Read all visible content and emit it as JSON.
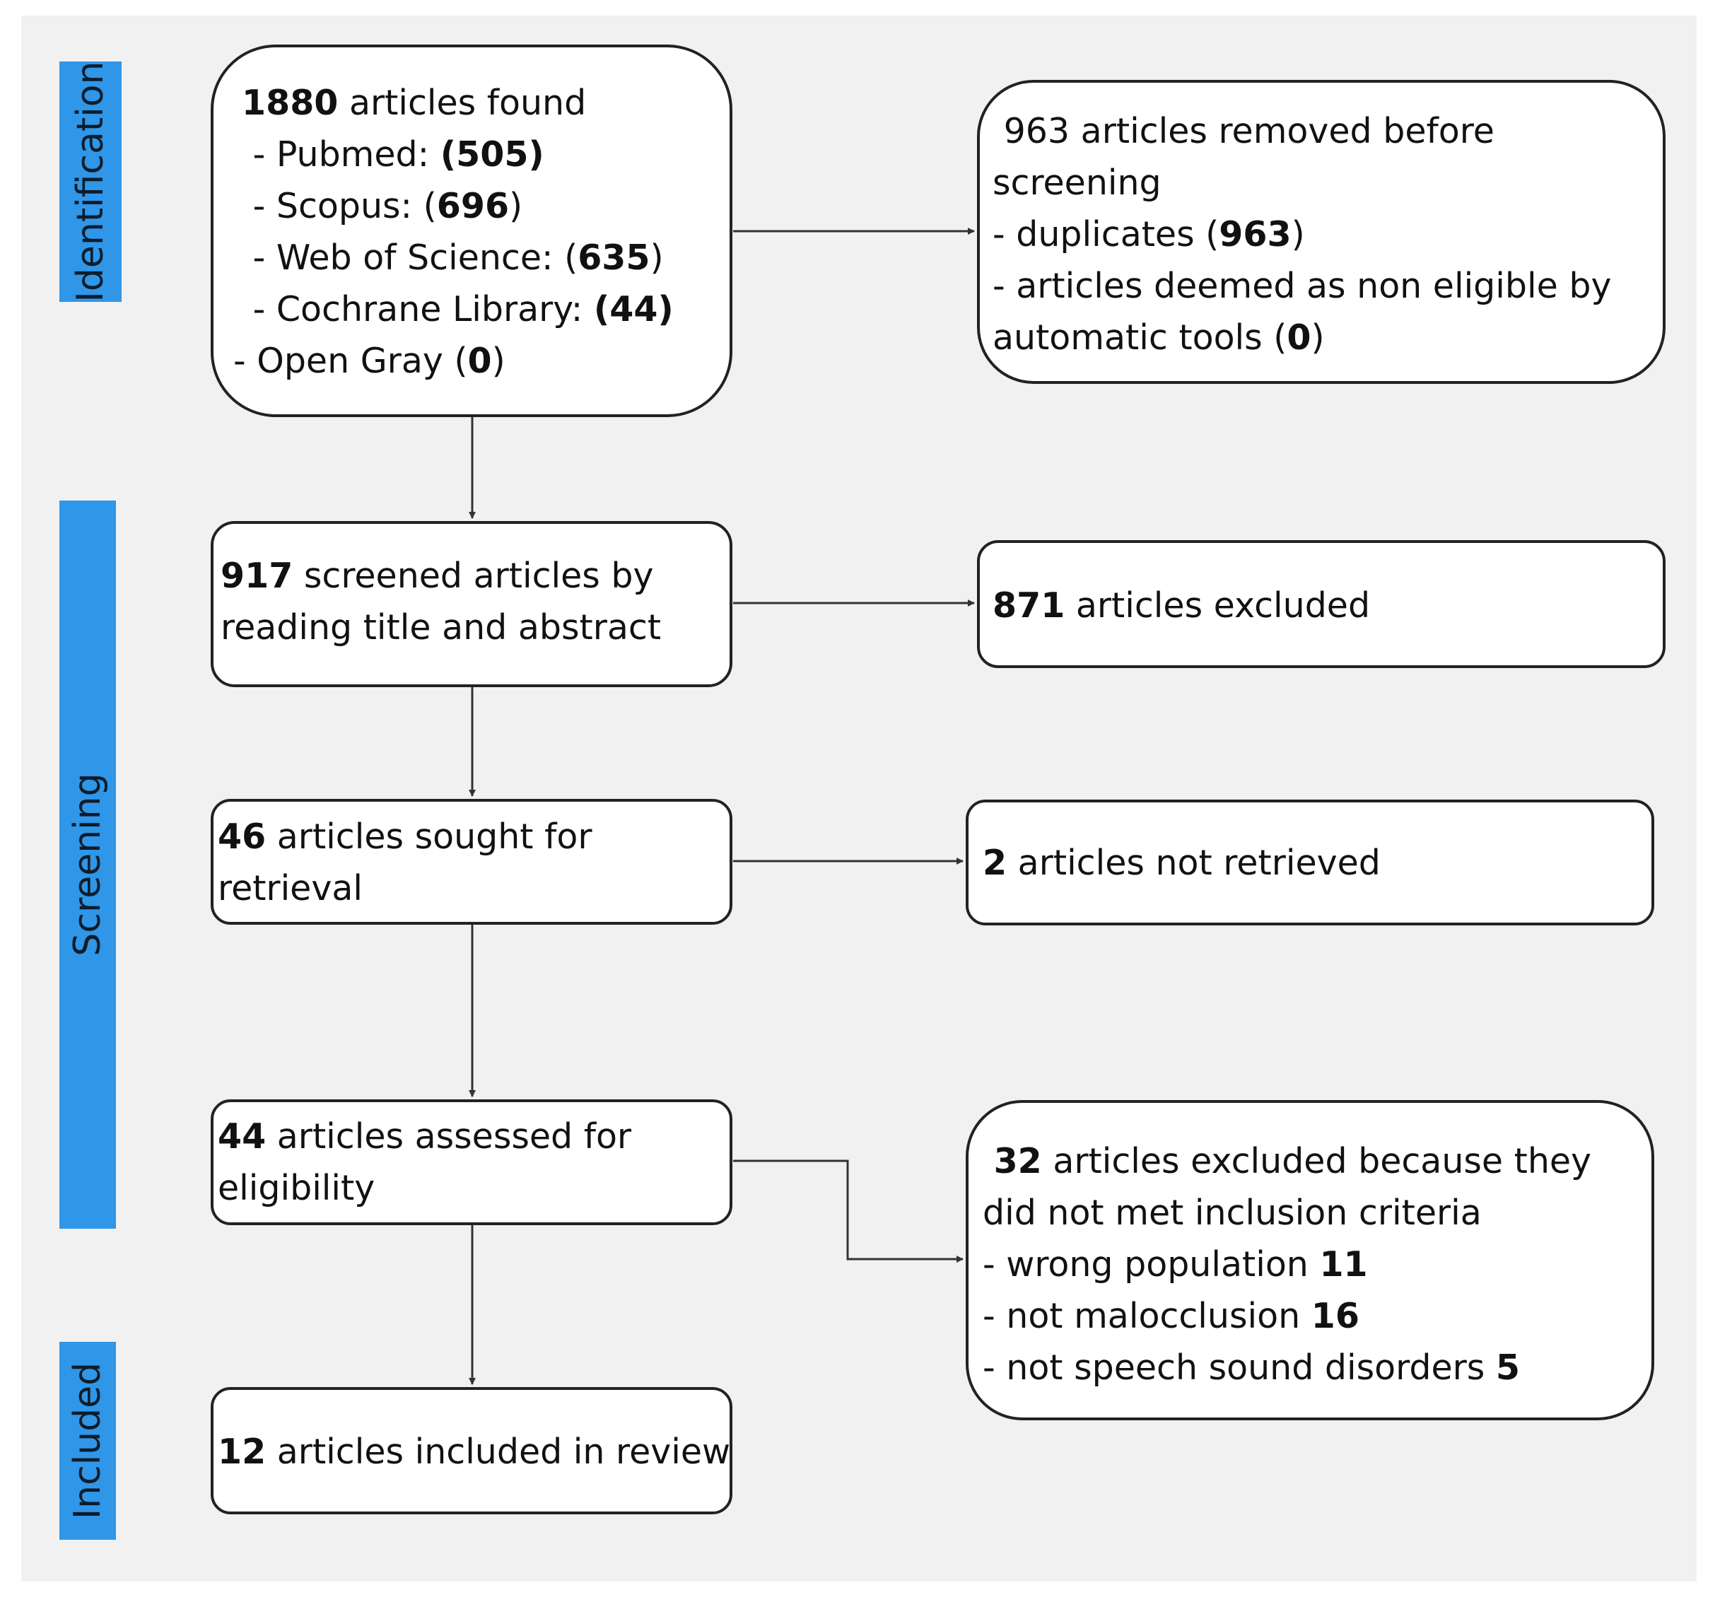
{
  "stages": {
    "identification": "Identification",
    "screening": "Screening",
    "included": "Included"
  },
  "identification_box": {
    "total_num": "1880",
    "total_text": " articles found",
    "sources": [
      {
        "prefix": "- Pubmed: ",
        "value": "(505)"
      },
      {
        "prefix": "- Scopus: (",
        "value": "696",
        "suffix": ")"
      },
      {
        "prefix": "- Web of Science: (",
        "value": "635",
        "suffix": ")"
      },
      {
        "prefix": "- Cochrane Library: ",
        "value": "(44)"
      },
      {
        "prefix": "- Open Gray (",
        "value": "0",
        "suffix": ")"
      }
    ]
  },
  "removed_box": {
    "line1": "963 articles removed before",
    "line2": "screening",
    "dup_prefix": " - duplicates (",
    "dup_value": "963",
    "dup_suffix": ")",
    "auto_line": " - articles deemed as non eligible by",
    "auto_prefix": "automatic tools (",
    "auto_value": "0",
    "auto_suffix": ")"
  },
  "screened_box": {
    "num": "917",
    "text1": " screened articles by",
    "text2": "reading title and abstract"
  },
  "excluded_box": {
    "num": "871",
    "text": " articles excluded"
  },
  "sought_box": {
    "num": "46",
    "text1": " articles sought for",
    "text2": "retrieval"
  },
  "not_retrieved_box": {
    "num": "2",
    "text": " articles not retrieved"
  },
  "assessed_box": {
    "num": "44",
    "text1": " articles assessed for",
    "text2": "eligibility"
  },
  "criteria_box": {
    "num": "32",
    "text1": " articles excluded because they",
    "text2": "did not met inclusion criteria",
    "reasons": [
      {
        "label": " - wrong population ",
        "value": "11"
      },
      {
        "label": " - not malocclusion ",
        "value": "16"
      },
      {
        "label": " - not speech sound disorders ",
        "value": "5"
      }
    ]
  },
  "included_box": {
    "num": "12",
    "text": " articles included in review"
  }
}
